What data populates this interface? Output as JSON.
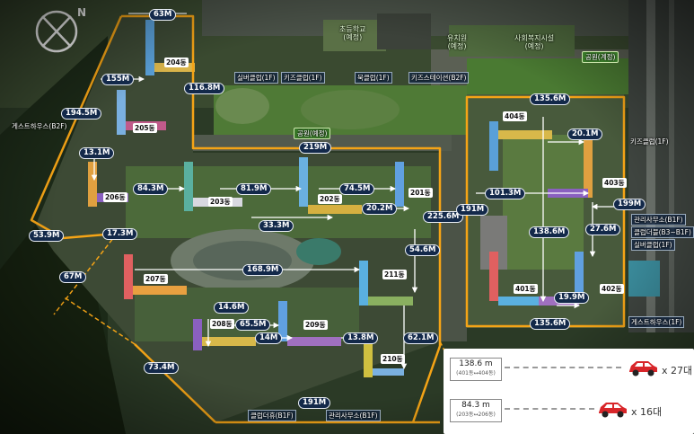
{
  "distances": [
    {
      "id": "d63",
      "label": "63M"
    },
    {
      "id": "d155",
      "label": "155M"
    },
    {
      "id": "d1945",
      "label": "194.5M"
    },
    {
      "id": "d1168",
      "label": "116.8M"
    },
    {
      "id": "d131",
      "label": "13.1M"
    },
    {
      "id": "d219",
      "label": "219M"
    },
    {
      "id": "d843",
      "label": "84.3M"
    },
    {
      "id": "d819",
      "label": "81.9M"
    },
    {
      "id": "d745",
      "label": "74.5M"
    },
    {
      "id": "d202",
      "label": "20.2M"
    },
    {
      "id": "d2256",
      "label": "225.6M"
    },
    {
      "id": "d539",
      "label": "53.9M"
    },
    {
      "id": "d173",
      "label": "17.3M"
    },
    {
      "id": "d333",
      "label": "33.3M"
    },
    {
      "id": "d546",
      "label": "54.6M"
    },
    {
      "id": "d67",
      "label": "67M"
    },
    {
      "id": "d1689",
      "label": "168.9M"
    },
    {
      "id": "d146",
      "label": "14.6M"
    },
    {
      "id": "d655",
      "label": "65.5M"
    },
    {
      "id": "d14",
      "label": "14M"
    },
    {
      "id": "d138",
      "label": "13.8M"
    },
    {
      "id": "d621",
      "label": "62.1M"
    },
    {
      "id": "d734",
      "label": "73.4M"
    },
    {
      "id": "d191b",
      "label": "191M"
    },
    {
      "id": "d1356a",
      "label": "135.6M"
    },
    {
      "id": "d201",
      "label": "20.1M"
    },
    {
      "id": "d1013",
      "label": "101.3M"
    },
    {
      "id": "d191a",
      "label": "191M"
    },
    {
      "id": "d199a",
      "label": "199M"
    },
    {
      "id": "d1386",
      "label": "138.6M"
    },
    {
      "id": "d276",
      "label": "27.6M"
    },
    {
      "id": "d199b",
      "label": "19.9M"
    },
    {
      "id": "d1356b",
      "label": "135.6M"
    }
  ],
  "buildings": {
    "b204": "204동",
    "b205": "205동",
    "b206": "206동",
    "b203": "203동",
    "b202": "202동",
    "b201": "201동",
    "b207": "207동",
    "b211": "211동",
    "b208": "208동",
    "b209": "209동",
    "b210": "210동",
    "b404": "404동",
    "b403": "403동",
    "b401": "401동",
    "b402": "402동"
  },
  "facilities": {
    "elementary": "초등학교\n(예정)",
    "kinder": "유치원\n(예정)",
    "welfare": "사회복지시설\n(예정)",
    "park_top": "공원(계정)",
    "park_mid": "공원(예정)",
    "silver1": "실버클럽(1F)",
    "kids1": "키즈클럽(1F)",
    "book1": "북클럽(1F)",
    "kidsdata": "키즈스테이션(B2F)",
    "guesthouse_w": "게스트하우스(B2F)",
    "kids_e": "키즈클럽(1F)",
    "mgmt_e": "관리사무소(B1F)",
    "community_e": "클럽더블(B3~B1F)",
    "silver_e": "실버클럽(1F)",
    "guesthouse_e": "게스트하우스(1F)",
    "club_s": "클럽더휴(B1F)",
    "mgmt_s": "관리사무소(B1F)"
  },
  "legend": {
    "row1": {
      "value": "138.6 m",
      "sub": "(401동↔404동)",
      "mult": "x",
      "count": "27대"
    },
    "row2": {
      "value": "84.3 m",
      "sub": "(203동↔206동)",
      "mult": "x",
      "count": "16대"
    }
  },
  "colors": {
    "route": "#f5a416",
    "label_bg": "#13294a",
    "car": "#d8262a"
  }
}
